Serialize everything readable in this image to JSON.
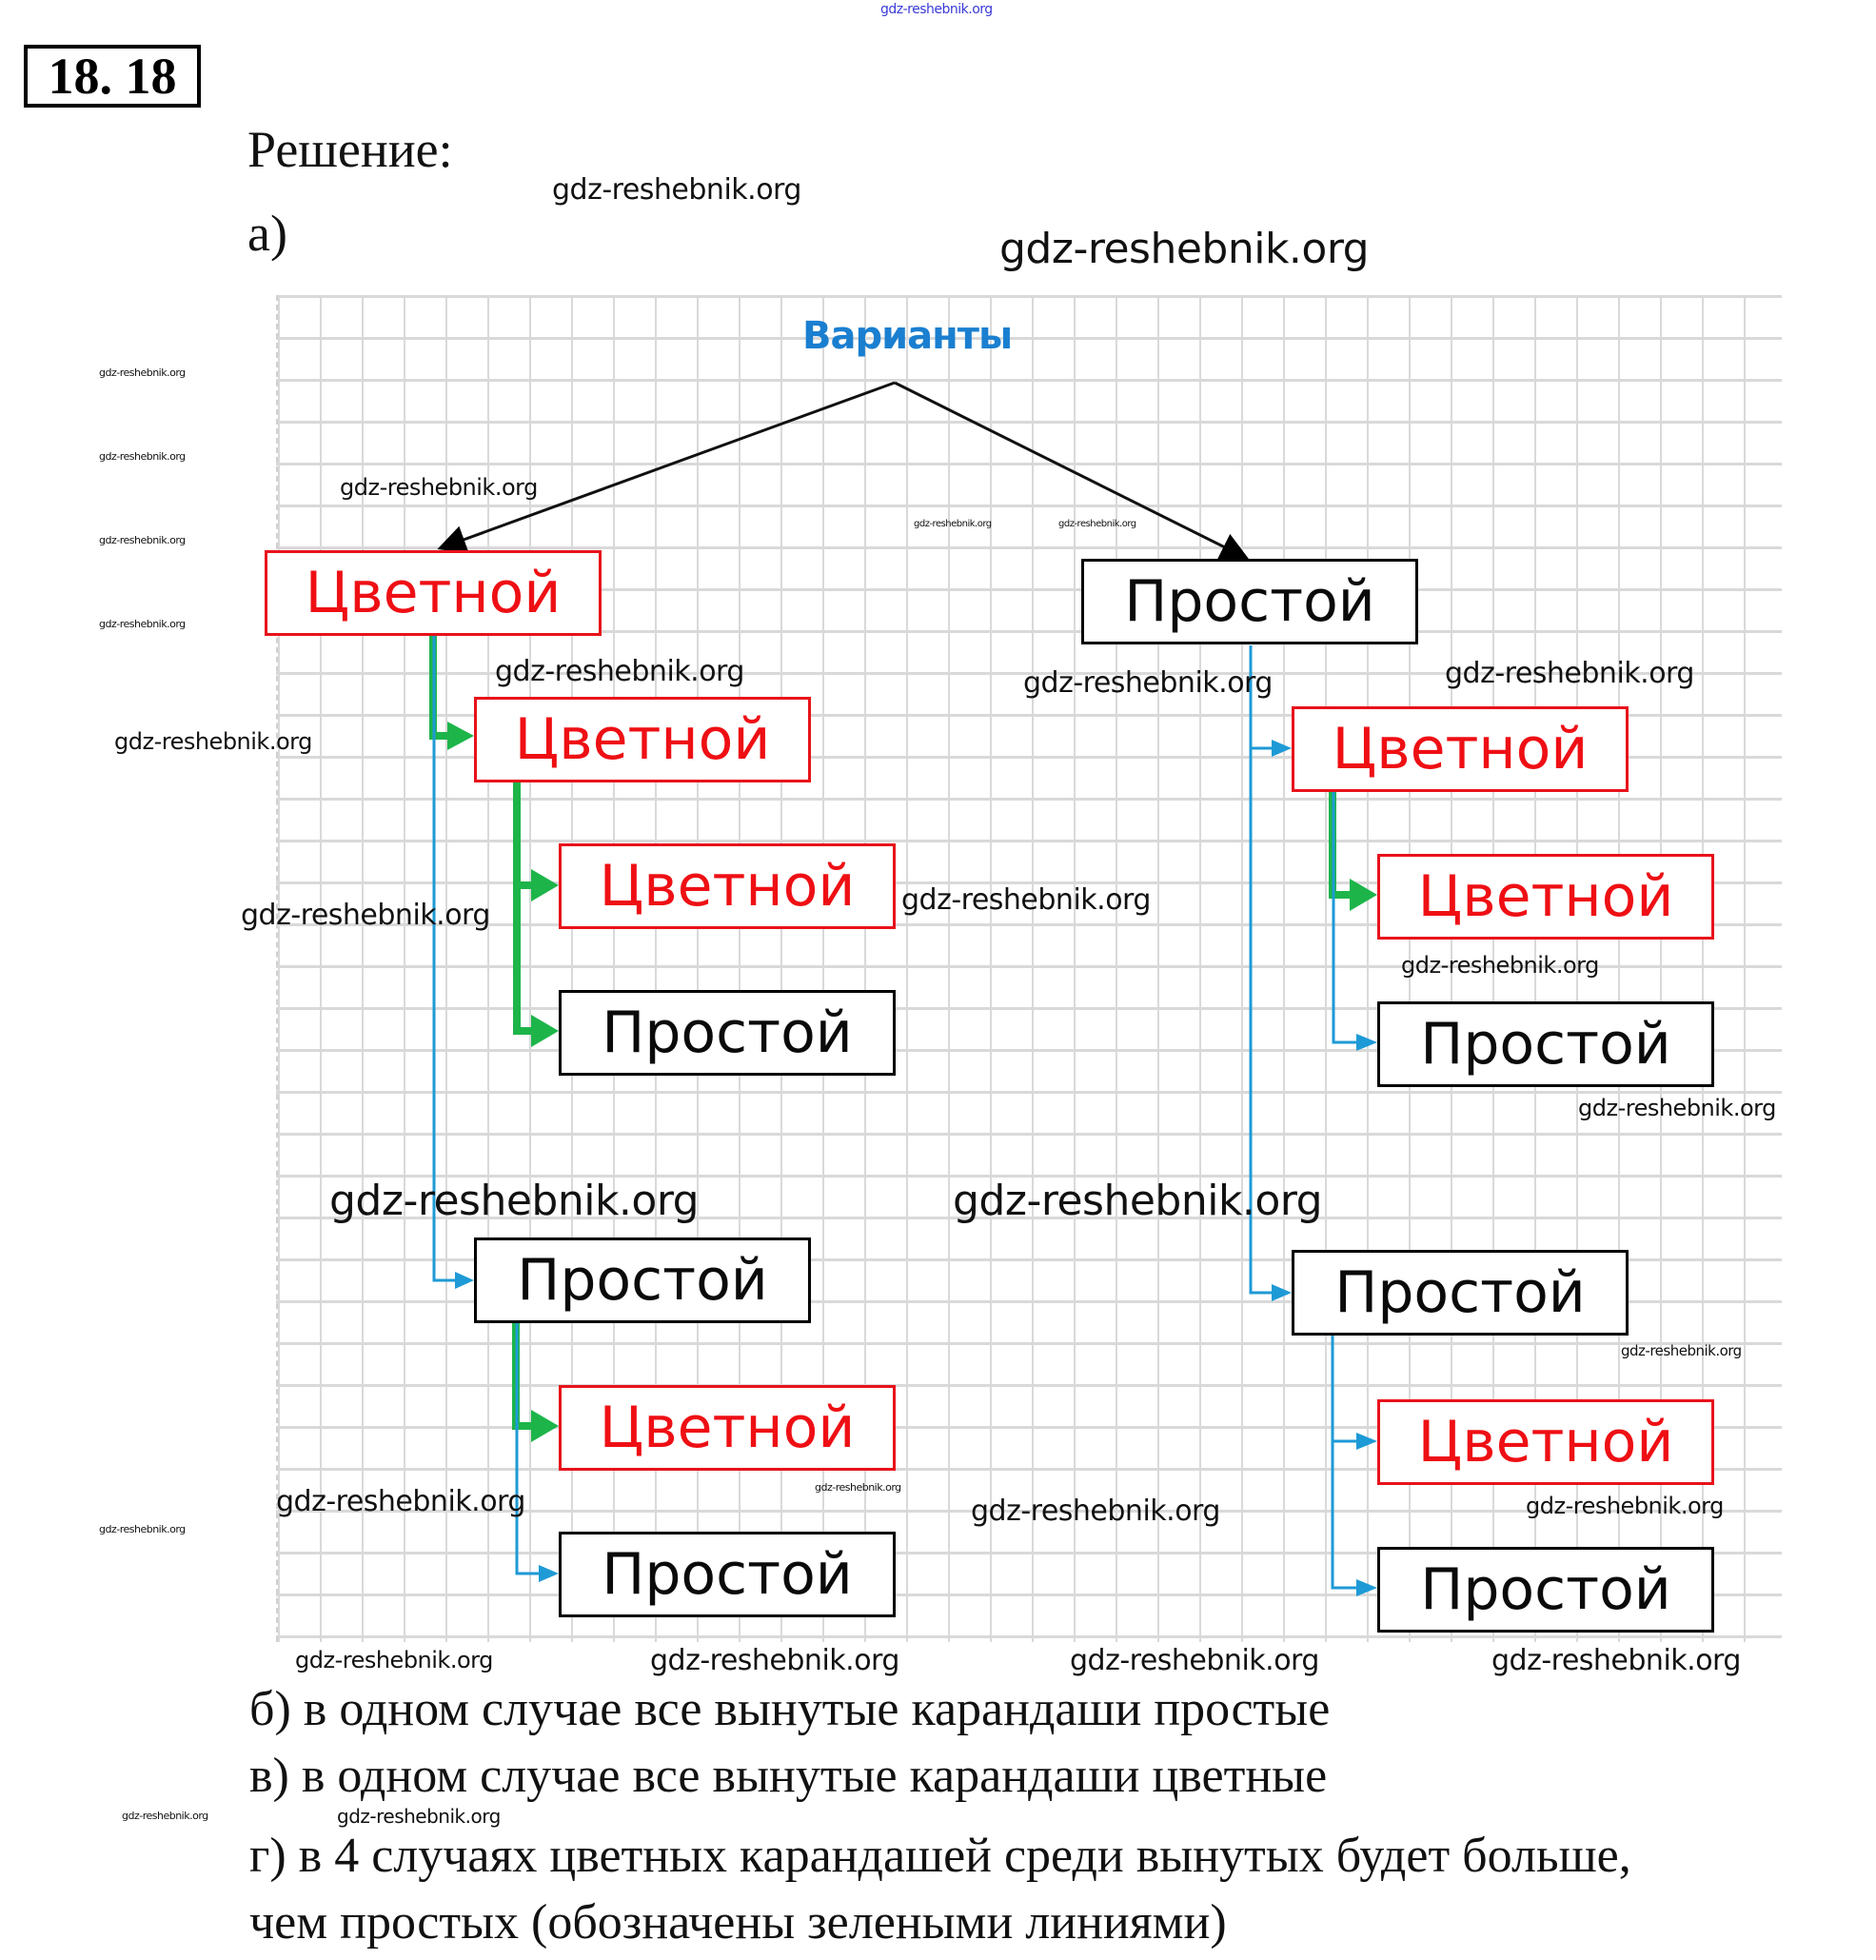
{
  "header": {
    "problem_number": "18. 18",
    "solution_label": "Решение:",
    "part_a_label": "а)"
  },
  "diagram": {
    "root": "Варианты",
    "level1": {
      "left": "Цветной",
      "right": "Простой"
    },
    "level2": {
      "left_colored": "Цветной",
      "left_plain": "Простой",
      "right_colored": "Цветной",
      "right_plain": "Простой"
    },
    "level3": {
      "cc_colored": "Цветной",
      "cc_plain": "Простой",
      "cp_colored": "Цветной",
      "cp_plain": "Простой",
      "pc_colored": "Цветной",
      "pc_plain": "Простой",
      "pp_colored": "Цветной",
      "pp_plain": "Простой"
    },
    "colors": {
      "colored_node": "#ee0f14",
      "plain_node": "#000000",
      "root_text": "#1a7fd0",
      "green_edge": "#1db54a",
      "blue_edge": "#1e9ad6",
      "grid": "#d9d9d9"
    }
  },
  "answers": {
    "b": "б) в одном случае все вынутые карандаши простые",
    "v": "в) в одном случае все вынутые карандаши цветные",
    "g_line1": "г) в 4 случаях цветных карандашей среди вынутых будет больше,",
    "g_line2": "чем простых (обозначены зелеными линиями)"
  },
  "watermarks": {
    "text": "gdz-reshebnik.org"
  }
}
